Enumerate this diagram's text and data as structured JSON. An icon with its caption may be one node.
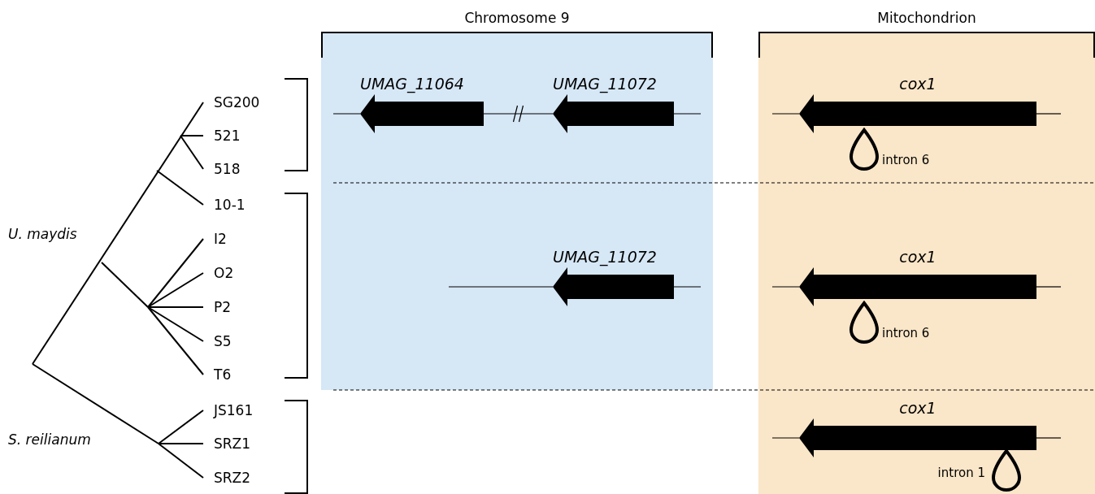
{
  "diagram": {
    "nodes": [
      {
        "text": [
          "Chromosome 9"
        ]
      },
      {
        "text": [
          "UMAG_11064"
        ],
        "in": 0
      },
      {
        "text": [
          "UMAG_11072"
        ],
        "in": 0
      },
      {
        "text": [
          "UMAG_11072"
        ],
        "in": 0
      },
      {
        "text": [
          "Mitochondrion"
        ]
      },
      {
        "text": [
          "cox1"
        ],
        "in": 4
      },
      {
        "text": [],
        "shape": "loop",
        "beside": [
          "intron 6"
        ],
        "in": 4
      },
      {
        "text": [
          "cox1"
        ],
        "in": 4
      },
      {
        "text": [],
        "shape": "loop",
        "beside": [
          "intron 6"
        ],
        "in": 4
      },
      {
        "text": [
          "cox1"
        ],
        "in": 4
      },
      {
        "text": [],
        "shape": "loop",
        "beside": [
          "intron 1"
        ],
        "in": 4
      }
    ],
    "edges": [
      {
        "from": 1,
        "to": 2,
        "arrow": "none"
      }
    ],
    "labels": [
      "SG200",
      "521",
      "518",
      "10-1",
      "U. maydis",
      "I2",
      "O2",
      "P2",
      "S5",
      "T6",
      "JS161",
      "S. reilianum",
      "SRZ1",
      "SRZ2"
    ]
  }
}
